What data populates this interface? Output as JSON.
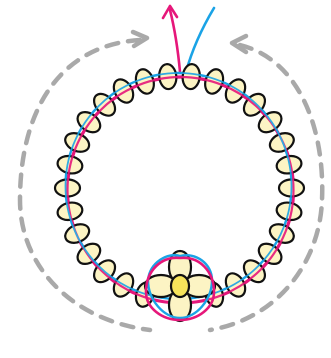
{
  "colors": {
    "background": "#ffffff",
    "bead_fill": "#fcf4c4",
    "bead_outline": "#111111",
    "center_bead_fill": "#f7e45a",
    "thread_pink": "#e6177a",
    "thread_blue": "#1aa3e6",
    "direction_arrow": "#a9a9a9"
  },
  "diagram": {
    "ring_bead_count": 30,
    "flower_petal_count": 4,
    "flower_center_count": 1,
    "direction_arrows": 2,
    "thread_ends": [
      "pink",
      "blue"
    ]
  }
}
